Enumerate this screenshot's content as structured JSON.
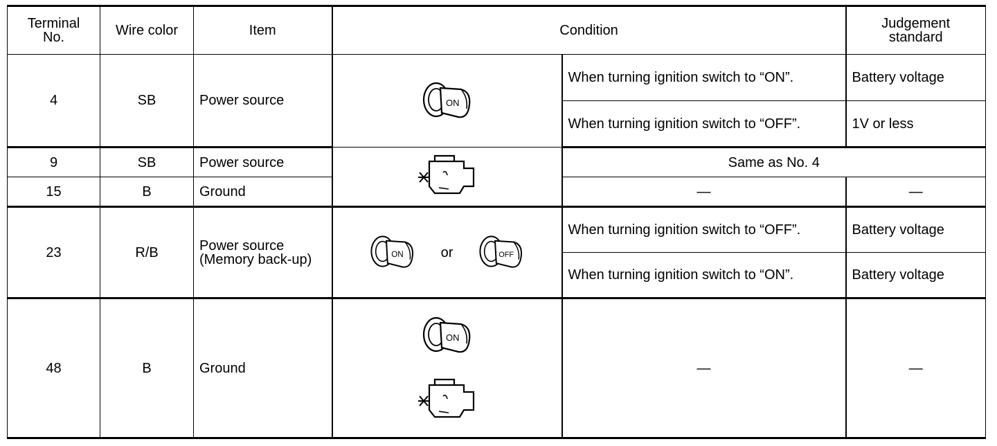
{
  "table": {
    "headers": {
      "terminal": "Terminal\nNo.",
      "wire": "Wire color",
      "item": "Item",
      "condition": "Condition",
      "judgement": "Judgement\nstandard"
    },
    "rows": {
      "r4": {
        "terminal": "4",
        "wire": "SB",
        "item": "Power source",
        "cond_a": "When turning ignition switch to “ON”.",
        "judge_a": "Battery voltage",
        "cond_b": "When turning ignition switch to “OFF”.",
        "judge_b": "1V or less"
      },
      "r9": {
        "terminal": "9",
        "wire": "SB",
        "item": "Power source",
        "cond_merged": "Same as No. 4"
      },
      "r15": {
        "terminal": "15",
        "wire": "B",
        "item": "Ground",
        "cond": "—",
        "judge": "—"
      },
      "r23": {
        "terminal": "23",
        "wire": "R/B",
        "item": "Power source (Memory back-up)",
        "or_text": "or",
        "cond_a": "When turning ignition switch to “OFF”.",
        "judge_a": "Battery voltage",
        "cond_b": "When turning ignition switch to “ON”.",
        "judge_b": "Battery voltage"
      },
      "r48": {
        "terminal": "48",
        "wire": "B",
        "item": "Ground",
        "cond": "—",
        "judge": "—"
      }
    },
    "icons": {
      "key_on_label": "ON",
      "key_off_label": "OFF"
    }
  }
}
